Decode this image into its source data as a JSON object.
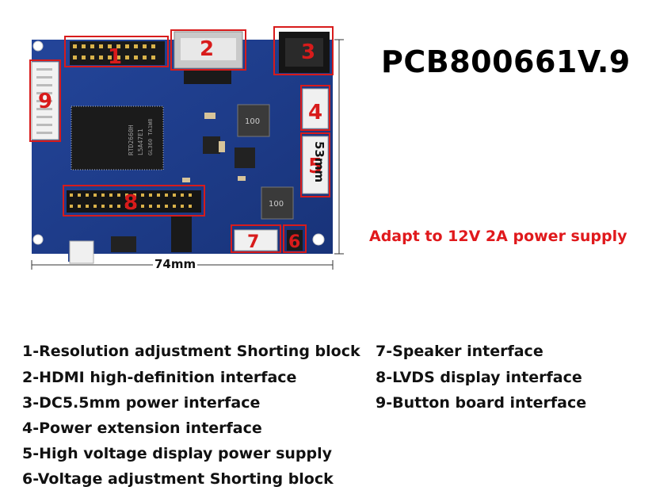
{
  "title": "PCB800661V.9",
  "supply_note": "Adapt to 12V 2A power supply",
  "dimensions": {
    "width": "74mm",
    "height": "53mm"
  },
  "board": {
    "chip_lines": [
      "RTD2660H",
      "L5A47E1",
      "GL360 TA1W8"
    ],
    "inductor_top": "100",
    "inductor_bottom": "100"
  },
  "markers": [
    "1",
    "2",
    "3",
    "4",
    "5",
    "6",
    "7",
    "8",
    "9"
  ],
  "legend_left": [
    "1-Resolution adjustment Shorting block",
    "2-HDMI high-definition interface",
    "3-DC5.5mm power interface",
    "4-Power extension interface",
    "5-High voltage display power supply",
    "6-Voltage adjustment Shorting block"
  ],
  "legend_right": [
    "7-Speaker interface",
    "8-LVDS display interface",
    "9-Button board interface"
  ],
  "colors": {
    "pcb": "#1c3a8a",
    "marker": "#d81b1b",
    "note": "#e0191c"
  }
}
